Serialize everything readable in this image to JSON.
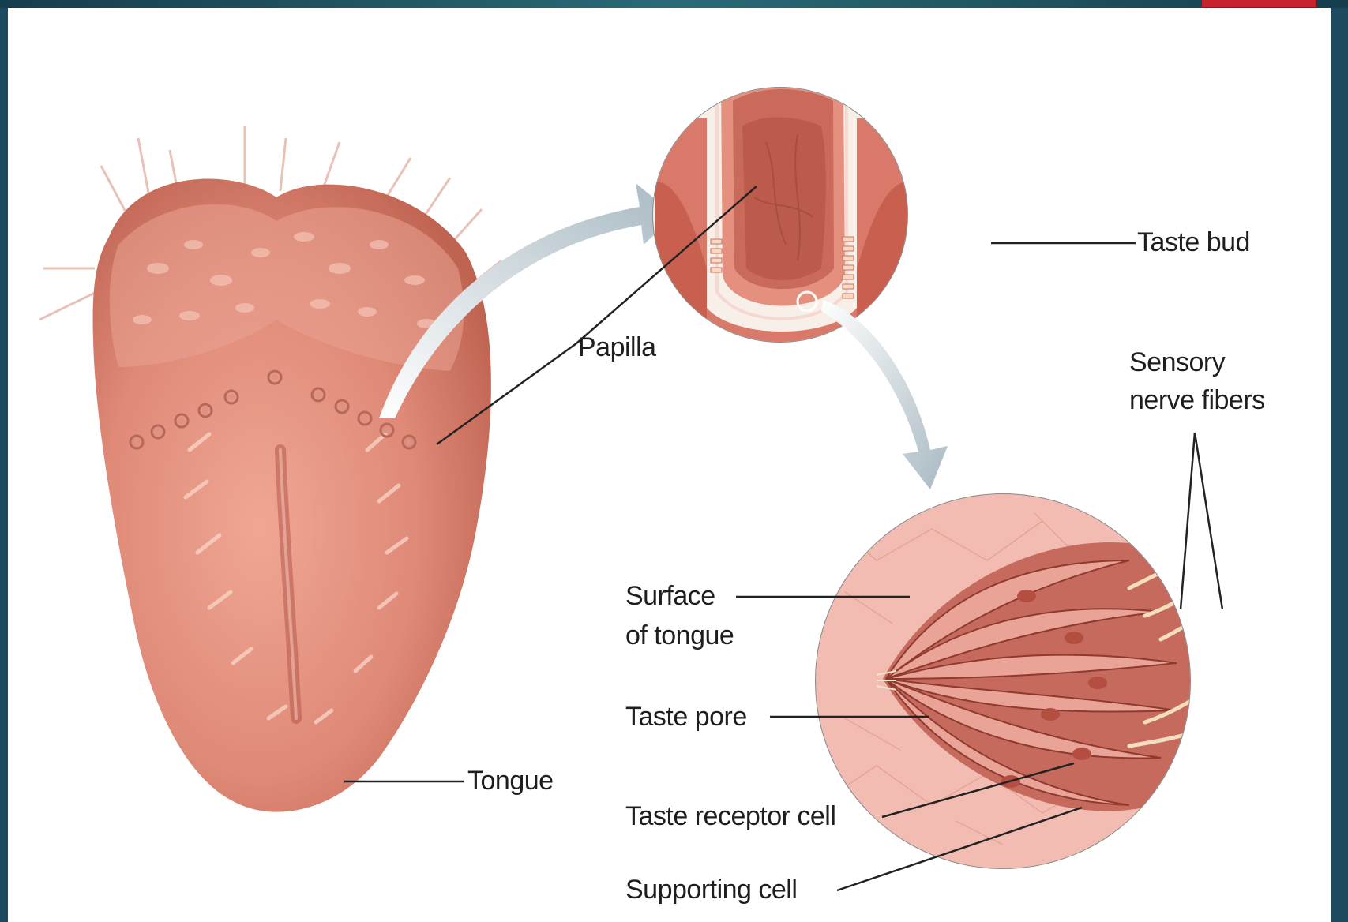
{
  "colors": {
    "frame": "#1d4a5c",
    "accent_tab": "#c8232c",
    "panel": "#ffffff",
    "tongue_base": "#e08a78",
    "tongue_dark": "#c46656",
    "tongue_light": "#f4c0b0",
    "arrow": "#b4c4cc",
    "leader_line": "#222222",
    "nerve_fiber": "#f3dfc0"
  },
  "labels": {
    "tongue": "Tongue",
    "papilla": "Papilla",
    "taste_bud": "Taste bud",
    "sensory_line1": "Sensory",
    "sensory_line2": "nerve fibers",
    "surface_line1": "Surface",
    "surface_line2": "of tongue",
    "taste_pore": "Taste pore",
    "taste_receptor_cell": "Taste receptor cell",
    "supporting_cell": "Supporting cell"
  }
}
